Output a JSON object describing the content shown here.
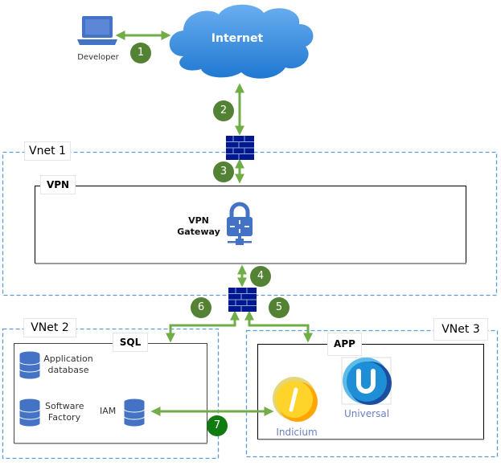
{
  "diagram": {
    "internet": {
      "label": "Internet"
    },
    "developer": {
      "label": "Developer"
    },
    "vnet1": {
      "label": "Vnet 1"
    },
    "vpn": {
      "label": "VPN",
      "gateway_label_line1": "VPN",
      "gateway_label_line2": "Gateway"
    },
    "vnet2": {
      "label": "VNet 2"
    },
    "sql": {
      "label": "SQL",
      "databases": [
        {
          "line1": "Application",
          "line2": "database"
        },
        {
          "line1": "Software",
          "line2": "Factory"
        },
        {
          "line1": "IAM",
          "line2": ""
        }
      ]
    },
    "vnet3": {
      "label": "VNet 3"
    },
    "app": {
      "label": "APP",
      "apps": [
        {
          "name": "Indicium",
          "glyph": "I",
          "color": "#ffd42a"
        },
        {
          "name": "Universal",
          "glyph": "U",
          "color": "#1e8fd6"
        }
      ]
    },
    "steps": [
      "1",
      "2",
      "3",
      "4",
      "5",
      "6",
      "7"
    ],
    "colors": {
      "arrow": "#70ad47",
      "step": "#548235",
      "step_highlight": "#107c10",
      "vnet_border": "#5b9bd5",
      "firewall": "#00188f",
      "cloud": "#3a8fe0",
      "icon_blue": "#4472c4"
    }
  }
}
